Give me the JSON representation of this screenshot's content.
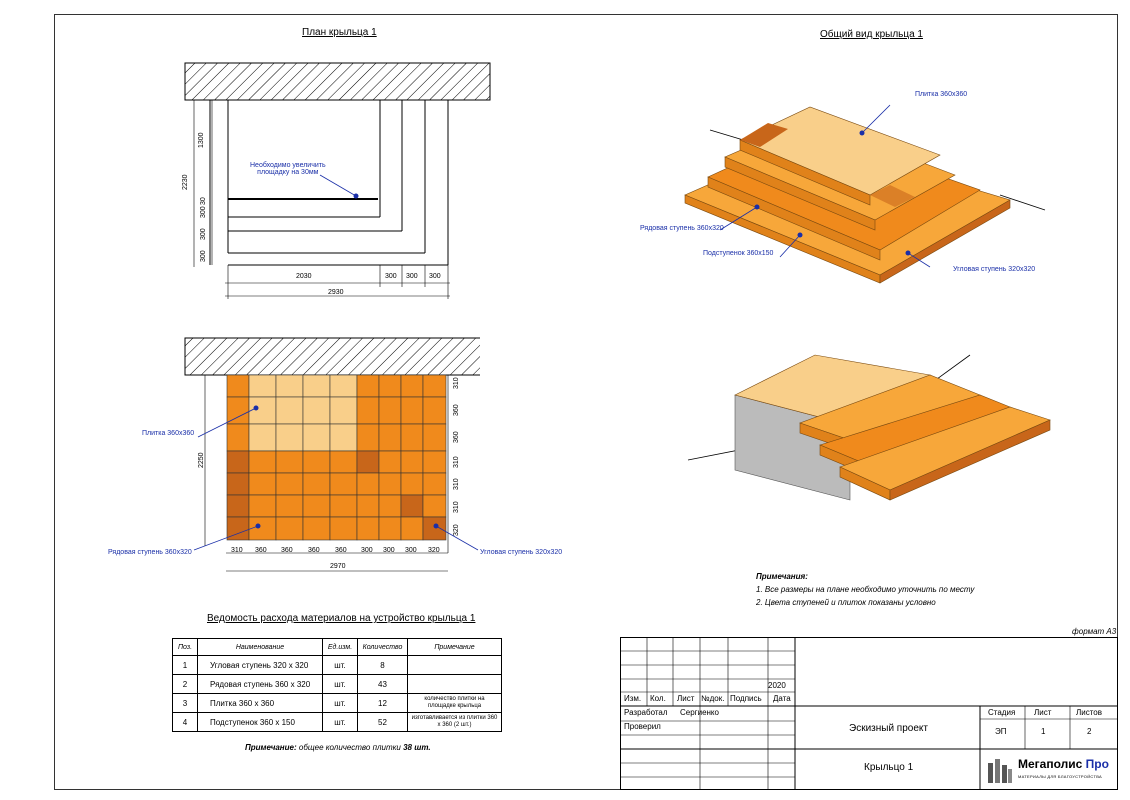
{
  "plan": {
    "title": "План крыльца 1",
    "note_line1": "Необходимо увеличить",
    "note_line2": "площадку на 30мм",
    "dims_v": [
      "1300",
      "30",
      "300",
      "300",
      "300",
      "2230"
    ],
    "dims_h": [
      "2030",
      "300",
      "300",
      "300",
      "2930"
    ]
  },
  "tile_plan": {
    "label_tile": "Плитка 360х360",
    "label_step": "Рядовая ступень 360х320",
    "label_corner": "Угловая ступень 320х320",
    "dims_right": [
      "310",
      "360",
      "360",
      "310",
      "310",
      "310",
      "320"
    ],
    "dim_left": "2250",
    "dims_bottom": [
      "310",
      "360",
      "360",
      "360",
      "360",
      "300",
      "300",
      "300",
      "320"
    ],
    "dim_total": "2970"
  },
  "view3d": {
    "title": "Общий вид крыльца 1",
    "label_tile": "Плитка 360х360",
    "label_step": "Рядовая ступень 360х320",
    "label_riser": "Подступенок 360х150",
    "label_corner": "Угловая ступень 320х320"
  },
  "notes": {
    "heading": "Примечания:",
    "n1": "1. Все размеры на плане необходимо уточнить по месту",
    "n2": "2. Цвета ступеней и плиток показаны условно"
  },
  "spec": {
    "title": "Ведомость  расхода материалов на устройство крыльца 1",
    "headers": [
      "Поз.",
      "Наименование",
      "Ед.изм.",
      "Количество",
      "Примечание"
    ],
    "rows": [
      {
        "pos": "1",
        "name": "Угловая ступень 320 х 320",
        "unit": "шт.",
        "qty": "8",
        "note": ""
      },
      {
        "pos": "2",
        "name": "Рядовая ступень 360 х 320",
        "unit": "шт.",
        "qty": "43",
        "note": ""
      },
      {
        "pos": "3",
        "name": "Плитка 360 х 360",
        "unit": "шт.",
        "qty": "12",
        "note": "количество плитки на площадке крыльца"
      },
      {
        "pos": "4",
        "name": "Подступенок 360 х 150",
        "unit": "шт.",
        "qty": "52",
        "note": "изготавливается из плитки 360 х 360 (2 шт.)"
      }
    ],
    "footnote_label": "Примечание:",
    "footnote_text": "общее количество плитки",
    "footnote_value": "38 шт."
  },
  "title_block": {
    "format": "формат А3",
    "year": "2020",
    "cols": [
      "Изм.",
      "Кол.",
      "Лист",
      "№док.",
      "Подпись",
      "Дата"
    ],
    "developed_label": "Разработал",
    "developed_name": "Сергиенко",
    "checked_label": "Проверил",
    "project": "Эскизный проект",
    "object": "Крыльцо 1",
    "stage_h": "Стадия",
    "sheet_h": "Лист",
    "sheets_h": "Листов",
    "stage": "ЭП",
    "sheet": "1",
    "sheets": "2",
    "logo_name": "Мегаполис",
    "logo_pro": "Про",
    "logo_tagline": "МАТЕРИАЛЫ ДЛЯ БЛАГОУСТРОЙСТВА"
  },
  "colors": {
    "light": "#f9cf8a",
    "mid": "#f7a73a",
    "orange": "#f08a1c",
    "dark": "#c8661a",
    "line": "#1a2fa8"
  }
}
